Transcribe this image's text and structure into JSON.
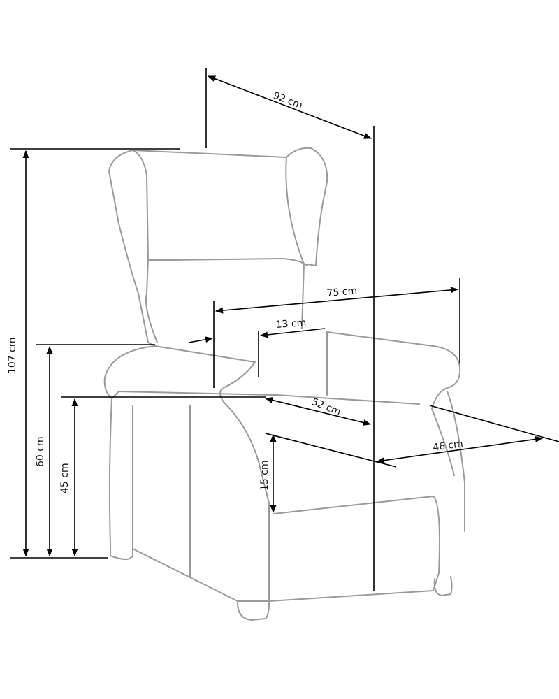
{
  "title": "Armchair dimensions",
  "dimensions": {
    "depth_total": "92 cm",
    "height_total": "107 cm",
    "width_total": "75 cm",
    "armrest_width": "13 cm",
    "armrest_height": "60 cm",
    "seat_height": "45 cm",
    "seat_width": "52 cm",
    "seat_depth": "46 cm",
    "seat_thickness": "15 cm"
  },
  "colors": {
    "outline": "#9a9a9a",
    "dimension": "#000000"
  }
}
